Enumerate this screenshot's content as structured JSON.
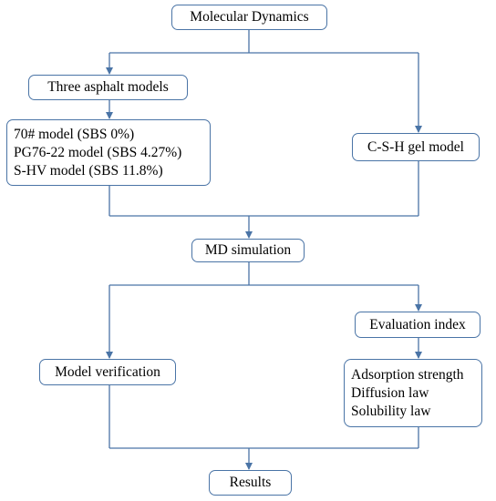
{
  "diagram": {
    "title": "",
    "nodes": {
      "molecular_dynamics": {
        "label": "Molecular Dynamics"
      },
      "three_asphalt_models": {
        "label": "Three asphalt models"
      },
      "asphalt_model_list": {
        "lines": [
          "70# model (SBS 0%)",
          "PG76-22 model (SBS 4.27%)",
          "S-HV model (SBS 11.8%)"
        ]
      },
      "csh_gel_model": {
        "label": "C-S-H gel model"
      },
      "md_simulation": {
        "label": "MD simulation"
      },
      "evaluation_index": {
        "label": "Evaluation index"
      },
      "model_verification": {
        "label": "Model verification"
      },
      "evaluation_list": {
        "lines": [
          "Adsorption strength",
          "Diffusion law",
          "Solubility law"
        ]
      },
      "results": {
        "label": "Results"
      }
    },
    "edges": [
      {
        "from": "Molecular Dynamics",
        "to": "Three asphalt models"
      },
      {
        "from": "Molecular Dynamics",
        "to": "C-S-H gel model"
      },
      {
        "from": "Three asphalt models",
        "to": "asphalt model list"
      },
      {
        "from": "asphalt model list",
        "to": "MD simulation"
      },
      {
        "from": "C-S-H gel model",
        "to": "MD simulation"
      },
      {
        "from": "MD simulation",
        "to": "Model verification"
      },
      {
        "from": "MD simulation",
        "to": "Evaluation index"
      },
      {
        "from": "Evaluation index",
        "to": "evaluation list"
      },
      {
        "from": "Model verification",
        "to": "Results"
      },
      {
        "from": "evaluation list",
        "to": "Results"
      }
    ],
    "colors": {
      "box_border": "#4a74a6",
      "connector": "#4a74a6",
      "text": "#000000",
      "background": "#ffffff"
    }
  }
}
